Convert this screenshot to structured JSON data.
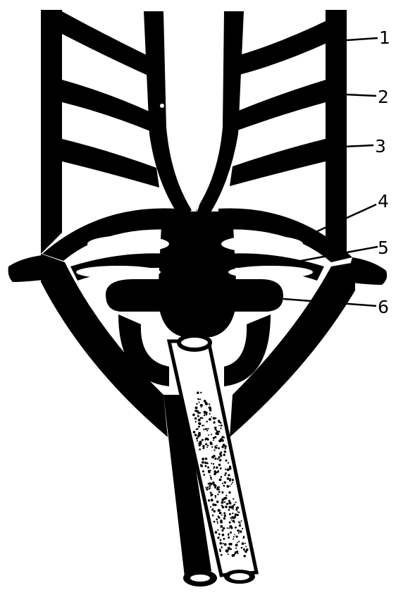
{
  "colors": {
    "ink": "#000000",
    "paper": "#ffffff"
  },
  "callouts": [
    {
      "id": "c1",
      "label": "1"
    },
    {
      "id": "c2",
      "label": "2"
    },
    {
      "id": "c3",
      "label": "3"
    },
    {
      "id": "c4",
      "label": "4"
    },
    {
      "id": "c5",
      "label": "5"
    },
    {
      "id": "c6",
      "label": "6"
    }
  ]
}
